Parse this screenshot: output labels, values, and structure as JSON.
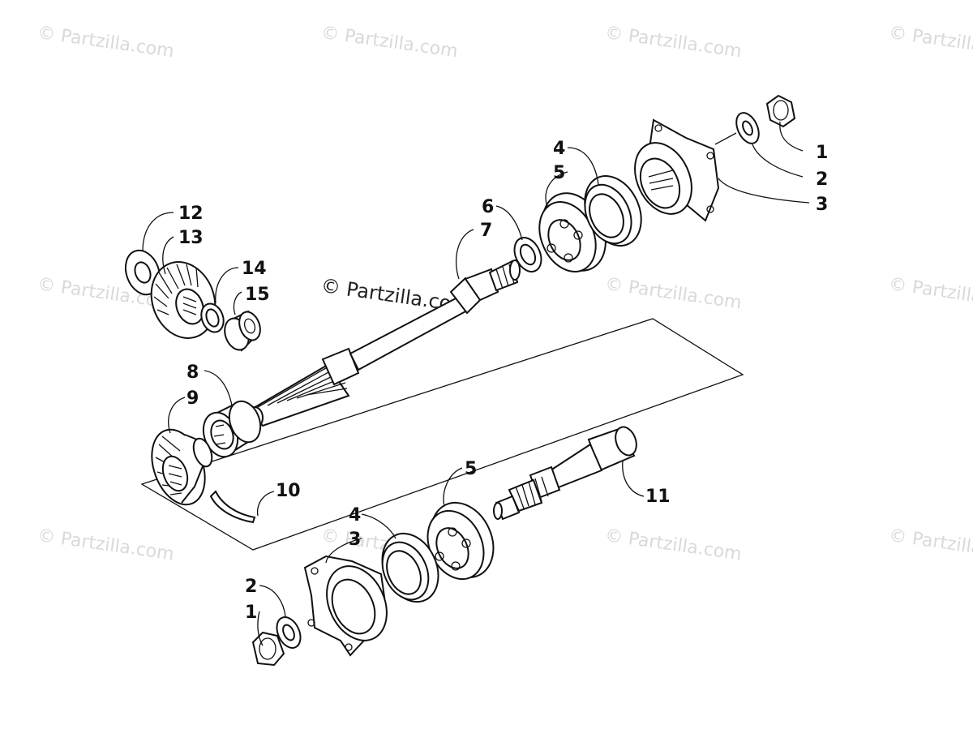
{
  "watermarks": {
    "corner_text": "© Partzilla.com",
    "center_text": "© Partzilla.com"
  },
  "callouts": {
    "c1_top": "1",
    "c2_top": "2",
    "c3_top": "3",
    "c4_top": "4",
    "c5_top": "5",
    "c6": "6",
    "c7": "7",
    "c8": "8",
    "c9": "9",
    "c10": "10",
    "c11": "11",
    "c12": "12",
    "c13": "13",
    "c14": "14",
    "c15": "15",
    "c5_bottom": "5",
    "c4_bottom": "4",
    "c3_bottom": "3",
    "c2_bottom": "2",
    "c1_bottom": "1"
  }
}
